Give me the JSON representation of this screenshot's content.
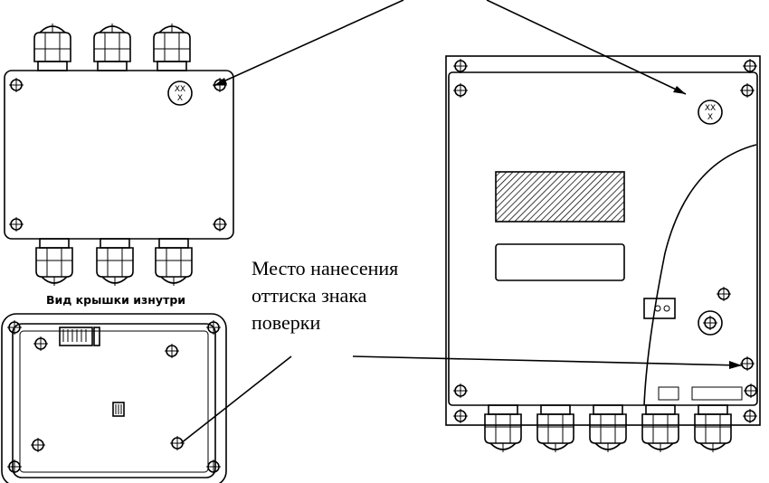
{
  "caption_cover_inside": "Вид крышки изнутри",
  "note": {
    "line1": "Место нанесения",
    "line2": "оттиска знака",
    "line3": "поверки"
  },
  "seal_marks": {
    "left": {
      "top": "XX",
      "bottom": "X"
    },
    "right": {
      "top": "XX",
      "bottom": "X"
    }
  }
}
